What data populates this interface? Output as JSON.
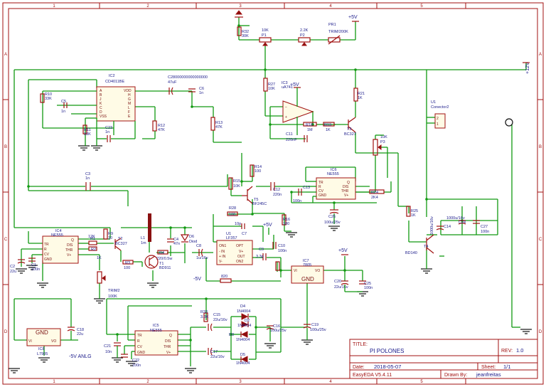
{
  "frame": {
    "columns": [
      "1",
      "2",
      "3",
      "4",
      "5"
    ],
    "rows": [
      "A",
      "B",
      "C",
      "D"
    ]
  },
  "title_block": {
    "title_label": "TITLE:",
    "title": "PI POLONES",
    "rev_label": "REV:",
    "rev": "1.0",
    "date_label": "Date:",
    "date": "2018-05-07",
    "sheet_label": "Sheet:",
    "sheet": "1/1",
    "tool": "EasyEDA V5.4.11",
    "drawn_label": "Drawn By:",
    "drawn_by": "jeanfreitas"
  },
  "power": {
    "plus5_top": "+5V",
    "plus12_right": "+12V",
    "plus5_ic3": "+5V",
    "plus5_ic1": "+5V",
    "plus5_ic7": "+5V",
    "minus5_mid": "-5V",
    "minus5_analog": "-5V ANLG"
  },
  "components": {
    "ic2": {
      "ref": "IC2",
      "part": "CD4011BE",
      "pins_left": [
        "A",
        "B",
        "J",
        "K",
        "C",
        "D",
        "VSS"
      ],
      "pins_right": [
        "VDD",
        "H",
        "G",
        "M",
        "L",
        "F",
        "E"
      ]
    },
    "ic3": {
      "ref": "IC3",
      "part": "uA741"
    },
    "ic6": {
      "ref": "IC6",
      "part": "NE555",
      "pins_left": [
        "TR",
        "R",
        "CV",
        "GND"
      ],
      "pins_right": [
        "Q",
        "DIS",
        "THR",
        "V+"
      ]
    },
    "ic4": {
      "ref": "IC4",
      "part": "NE555",
      "pins_left": [
        "TR",
        "R",
        "CV",
        "GND"
      ],
      "pins_right": [
        "Q",
        "DIS",
        "THR",
        "V+"
      ]
    },
    "ic5": {
      "ref": "IC5",
      "part": "NE555",
      "pins_left": [
        "TR",
        "R",
        "CV",
        "GND"
      ],
      "pins_right": [
        "Q",
        "DIS",
        "THR",
        "V+"
      ]
    },
    "ic1": {
      "ref": "U1",
      "part": "LF357",
      "pins_left": [
        "ON1",
        "- IN",
        "+ IN",
        "V-"
      ],
      "pins_right": [
        "OPT",
        "V+",
        "OUT",
        "ON2"
      ]
    },
    "ic7": {
      "ref": "IC7",
      "part": "7805",
      "vi": "VI",
      "vo": "VO",
      "gnd": "GND"
    },
    "ic8": {
      "ref": "IC8",
      "part": "L7905",
      "vi": "VI",
      "vo": "VO",
      "gnd": "GND"
    },
    "u1": {
      "ref": "U1",
      "part": "Conector2"
    },
    "r32": {
      "ref": "R32",
      "value": "30K"
    },
    "p1": {
      "ref": "P1",
      "value": "10K"
    },
    "p2": {
      "ref": "P2",
      "value": "2.2K"
    },
    "pr1": {
      "ref": "PR1",
      "value": "TRIM/200K"
    },
    "r27": {
      "ref": "R27",
      "value": "10K"
    },
    "r21": {
      "ref": "R21",
      "value": "1K"
    },
    "r10": {
      "ref": "R10",
      "value": "33K"
    },
    "c5": {
      "ref": "C5",
      "value": "1n"
    },
    "r11": {
      "ref": "R11",
      "value": "33K"
    },
    "c23": {
      "ref": "C23",
      "value": "1n"
    },
    "c28": {
      "ref": "C28",
      "value": "47uF"
    },
    "c28_top": "C28000000000000000",
    "c6": {
      "ref": "C6",
      "value": "1n"
    },
    "r12": {
      "ref": "R12",
      "value": "47K"
    },
    "r13": {
      "ref": "R13",
      "value": "47K"
    },
    "r18": {
      "ref": "R18",
      "value": "1M"
    },
    "r19": {
      "ref": "R19",
      "value": "1K"
    },
    "c11": {
      "ref": "C11",
      "value": "220nF"
    },
    "t3": {
      "ref": "T3",
      "part": "BC327"
    },
    "p3": {
      "ref": "P3",
      "value": "10K"
    },
    "c3": {
      "ref": "C3",
      "value": "1n"
    },
    "r24": {
      "ref": "R24",
      "value": "2K4"
    },
    "c12": {
      "ref": "C12",
      "value": "220n"
    },
    "c13": {
      "ref": "C13",
      "value": "100n"
    },
    "c26": {
      "ref": "C26",
      "value": "100u/25v"
    },
    "t5": {
      "ref": "T5",
      "part": "BF245C"
    },
    "r14": {
      "ref": "R14",
      "value": "100"
    },
    "r15": {
      "ref": "R15",
      "value": "10K"
    },
    "r28": {
      "ref": "R28",
      "value": "100"
    },
    "r16": {
      "ref": "R16",
      "value": "180"
    },
    "c7": {
      "ref": "C7",
      "value": "10p"
    },
    "r25": {
      "ref": "R25",
      "value": "1K"
    },
    "t4": {
      "ref": "T4",
      "part": "BD140"
    },
    "c14": {
      "ref": "C14",
      "value": "1000u/16v"
    },
    "c24": {
      "ref": "C24",
      "value": "1000u/16v"
    },
    "c27": {
      "ref": "C27",
      "value": "100n"
    },
    "r1": {
      "ref": "R1",
      "value": "12K"
    },
    "r2": {
      "ref": "R2",
      "value": "1K"
    },
    "r9": {
      "ref": "R9",
      "value": "10"
    },
    "t2": {
      "ref": "T2",
      "part": "BC327"
    },
    "c2": {
      "ref": "C2",
      "value": "22u"
    },
    "c1": {
      "ref": "C1",
      "value": "100n"
    },
    "r3": {
      "ref": "R3",
      "value": "100"
    },
    "l1": {
      "ref": "L1",
      "value": "1m"
    },
    "r4": {
      "ref": "R4",
      "value": "220/0.5w"
    },
    "t1": {
      "ref": "T1",
      "part": "BD911"
    },
    "c4": {
      "ref": "C4",
      "value": "47n"
    },
    "d6": {
      "ref": "D6",
      "part": "Diod"
    },
    "c8": {
      "ref": "C8",
      "value": "1u/16v"
    },
    "c9": {
      "ref": "C9",
      "value": "3.3p"
    },
    "c10": {
      "ref": "C10",
      "value": "100n"
    },
    "r820": {
      "value": "820"
    },
    "trim2": {
      "ref": "TRIM2",
      "value": "100K"
    },
    "c20": {
      "ref": "C20",
      "value": "22u/16v"
    },
    "c25": {
      "ref": "C25",
      "value": "100n"
    },
    "c18": {
      "ref": "C18",
      "value": "22u"
    },
    "c21": {
      "ref": "C21",
      "value": "10n"
    },
    "c22": {
      "ref": "C22",
      "value": "100n"
    },
    "r33": {
      "ref": "R33",
      "value": "3.3K"
    },
    "c15": {
      "ref": "C15",
      "value": "22u/16v"
    },
    "c17": {
      "ref": "C17",
      "value": "22u/16v"
    },
    "d4": {
      "ref": "D4",
      "part": "1N4004"
    },
    "d2": {
      "ref": "D2",
      "part": "1N4004"
    },
    "d3": {
      "ref": "D3",
      "part": "1N4004"
    },
    "d5": {
      "ref": "D5",
      "part": "1N4004"
    },
    "c16": {
      "ref": "C16",
      "value": "100u/25v"
    },
    "c19": {
      "ref": "C19",
      "value": "100u/25v"
    }
  }
}
